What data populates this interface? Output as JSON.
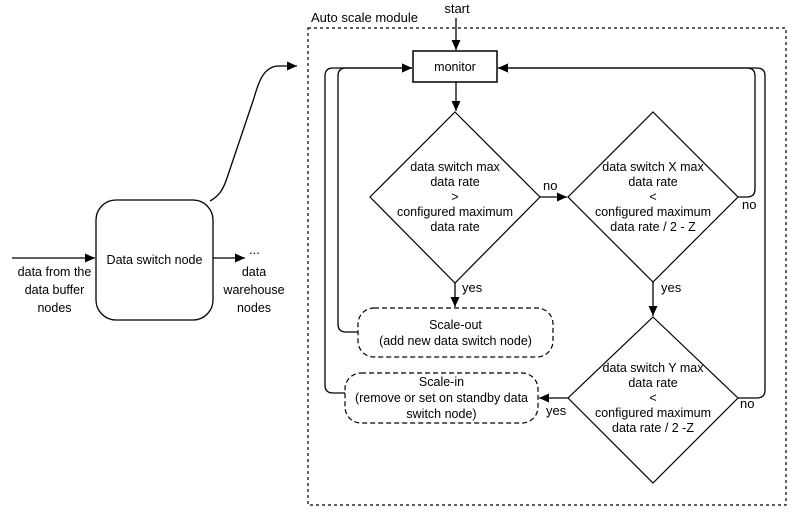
{
  "canvas": {
    "background_color": "#ffffff",
    "line_color": "#000000"
  },
  "module": {
    "label": "Auto scale module"
  },
  "nodes": {
    "start": "start",
    "monitor": "monitor",
    "decision1": "data switch max\ndata rate\n>\nconfigured maximum\ndata rate",
    "decision2": "data switch X max\ndata rate\n<\nconfigured maximum\ndata rate / 2 - Z",
    "decision3": "data switch Y max\ndata rate\n<\nconfigured maximum\ndata rate / 2 -Z",
    "scale_out": "Scale-out\n(add new data switch node)",
    "scale_in": "Scale-in\n(remove or set on standby data\nswitch node)",
    "data_switch": "Data switch node"
  },
  "edge_labels": {
    "d1_yes": "yes",
    "d1_no": "no",
    "d2_yes": "yes",
    "d2_no": "no",
    "d3_yes": "yes",
    "d3_no": "no"
  },
  "annotations": {
    "input": "data from the\ndata buffer\nnodes",
    "output": "data\nwarehouse\nnodes",
    "ellipsis": "..."
  }
}
